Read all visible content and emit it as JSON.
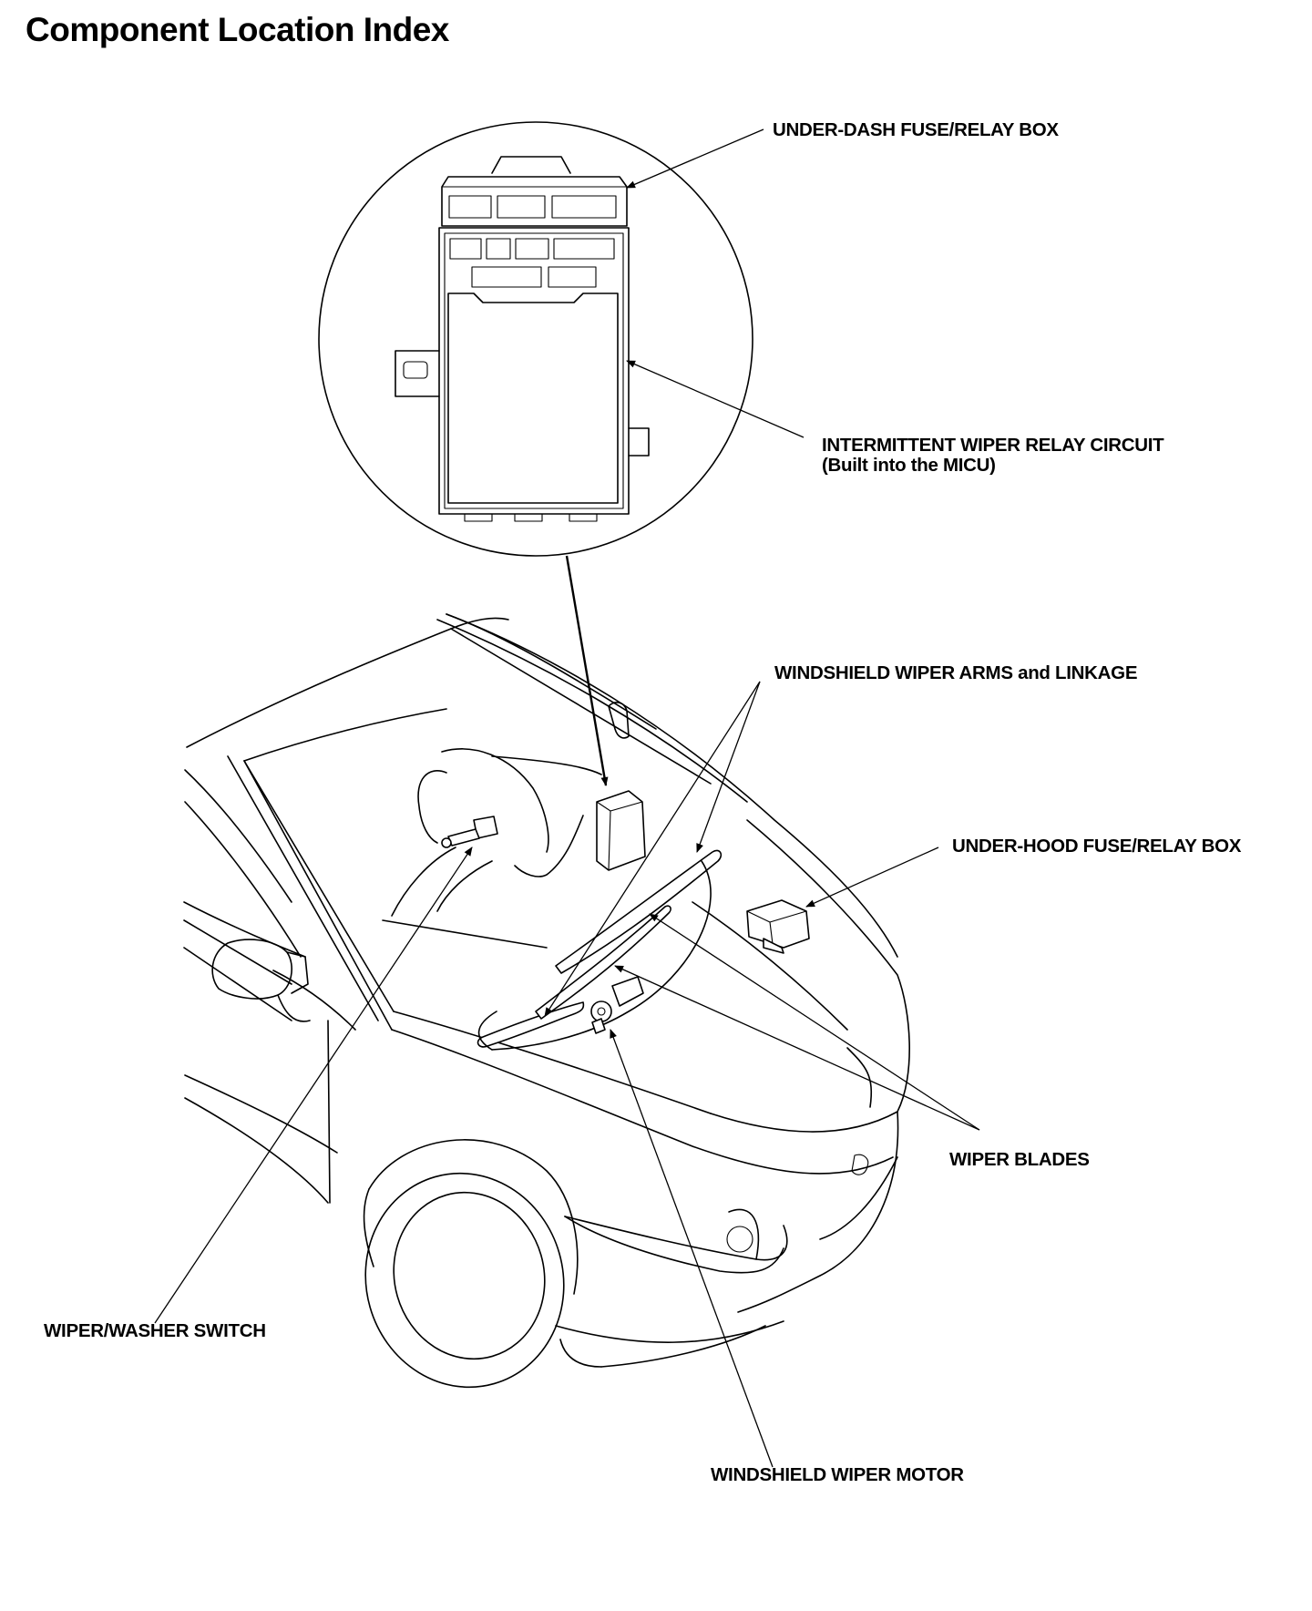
{
  "page": {
    "title": "Component Location Index"
  },
  "callouts": {
    "under_dash_fuse_relay_box": "UNDER-DASH FUSE/RELAY BOX",
    "intermittent_wiper_relay_circuit": "INTERMITTENT WIPER RELAY CIRCUIT",
    "intermittent_wiper_relay_circuit_note": "(Built into the MICU)",
    "windshield_wiper_arms_and_linkage": "WINDSHIELD WIPER ARMS and LINKAGE",
    "under_hood_fuse_relay_box": "UNDER-HOOD FUSE/RELAY BOX",
    "wiper_blades": "WIPER BLADES",
    "wiper_washer_switch": "WIPER/WASHER SWITCH",
    "windshield_wiper_motor": "WINDSHIELD WIPER MOTOR"
  }
}
